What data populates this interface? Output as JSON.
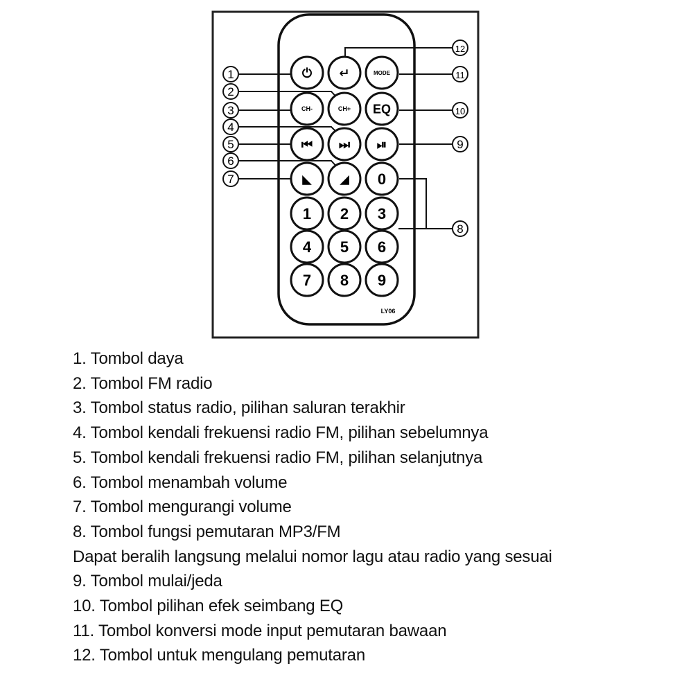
{
  "remote": {
    "model": "LY06",
    "buttons": [
      {
        "id": "power",
        "label": "⏻"
      },
      {
        "id": "repeat",
        "label": "↵"
      },
      {
        "id": "mode",
        "label": "MODE"
      },
      {
        "id": "ch-minus",
        "label": "CH-"
      },
      {
        "id": "ch-plus",
        "label": "CH+"
      },
      {
        "id": "eq",
        "label": "EQ"
      },
      {
        "id": "prev",
        "label": "⏮"
      },
      {
        "id": "next",
        "label": "⏭"
      },
      {
        "id": "play-pause",
        "label": "⏯"
      },
      {
        "id": "vol-down",
        "label": "◣"
      },
      {
        "id": "vol-up",
        "label": "◢"
      },
      {
        "id": "digit-0",
        "label": "0"
      },
      {
        "id": "digit-1",
        "label": "1"
      },
      {
        "id": "digit-2",
        "label": "2"
      },
      {
        "id": "digit-3",
        "label": "3"
      },
      {
        "id": "digit-4",
        "label": "4"
      },
      {
        "id": "digit-5",
        "label": "5"
      },
      {
        "id": "digit-6",
        "label": "6"
      },
      {
        "id": "digit-7",
        "label": "7"
      },
      {
        "id": "digit-8",
        "label": "8"
      },
      {
        "id": "digit-9",
        "label": "9"
      }
    ],
    "callouts": [
      "1",
      "2",
      "3",
      "4",
      "5",
      "6",
      "7",
      "8",
      "9",
      "10",
      "11",
      "12"
    ]
  },
  "legend": [
    "1. Tombol daya",
    "2. Tombol FM radio",
    "3. Tombol status radio, pilihan saluran terakhir",
    "4. Tombol kendali frekuensi radio FM, pilihan sebelumnya",
    "5. Tombol kendali frekuensi radio FM, pilihan selanjutnya",
    "6. Tombol menambah volume",
    "7. Tombol mengurangi volume",
    "8. Tombol fungsi pemutaran MP3/FM",
    "Dapat beralih langsung melalui nomor lagu atau radio yang sesuai",
    "9. Tombol mulai/jeda",
    "10. Tombol pilihan efek seimbang EQ",
    "11. Tombol konversi mode input pemutaran bawaan",
    "12. Tombol untuk mengulang pemutaran"
  ]
}
